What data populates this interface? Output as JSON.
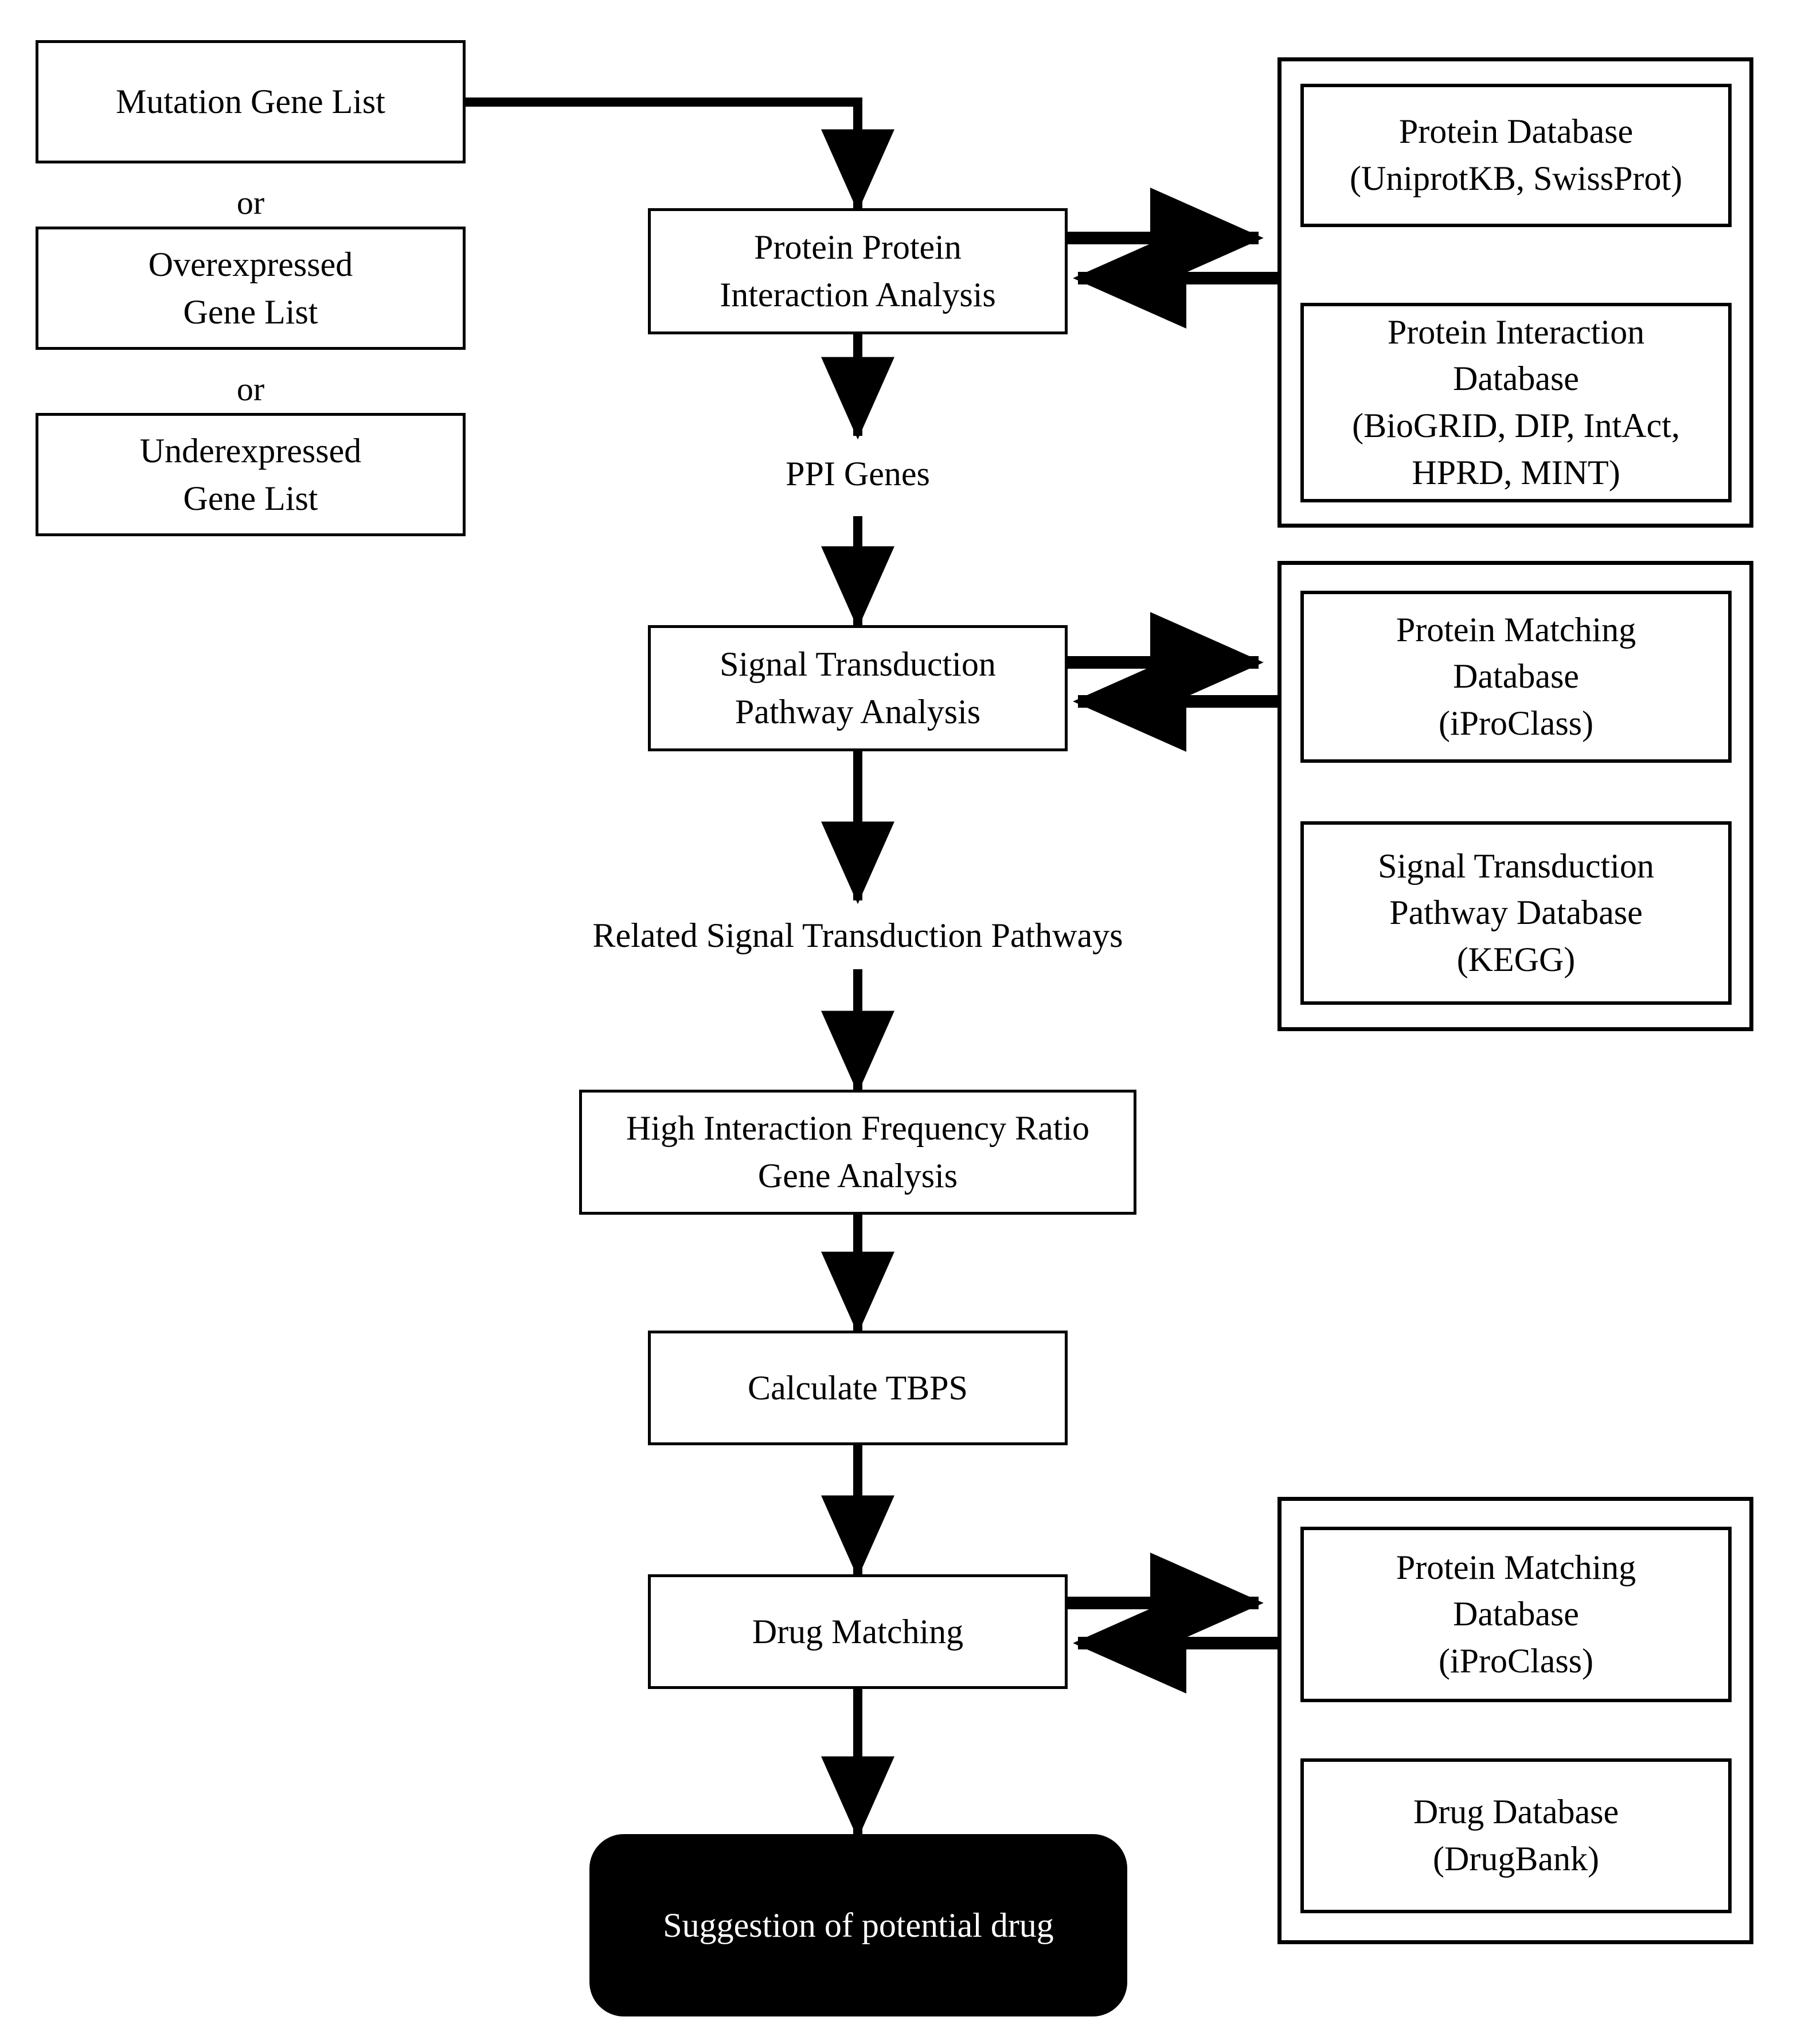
{
  "diagram": {
    "title": "Drug suggestion pipeline flowchart",
    "colors": {
      "stroke": "#000000",
      "background": "#ffffff",
      "terminal_fill": "#000000",
      "terminal_text": "#ffffff"
    },
    "inputs": {
      "mutation_gene_list": "Mutation Gene List",
      "or_1": "or",
      "overexpressed_line1": "Overexpressed",
      "overexpressed_line2": "Gene List",
      "or_2": "or",
      "underexpressed_line1": "Underexpressed",
      "underexpressed_line2": "Gene List"
    },
    "pipeline": {
      "ppi_analysis_line1": "Protein Protein",
      "ppi_analysis_line2": "Interaction Analysis",
      "ppi_genes_label": "PPI Genes",
      "stp_analysis_line1": "Signal Transduction",
      "stp_analysis_line2": "Pathway Analysis",
      "related_pathways_label": "Related Signal Transduction Pathways",
      "hifr_line1": "High Interaction Frequency Ratio",
      "hifr_line2": "Gene Analysis",
      "calculate_tbps": "Calculate TBPS",
      "drug_matching": "Drug Matching",
      "suggestion": "Suggestion of potential drug"
    },
    "databases": {
      "group1": {
        "top_line1": "Protein Database",
        "top_line2": "(UniprotKB, SwissProt)",
        "bottom_line1": "Protein Interaction",
        "bottom_line2": "Database",
        "bottom_line3": "(BioGRID, DIP, IntAct,",
        "bottom_line4": "HPRD, MINT)"
      },
      "group2": {
        "top_line1": "Protein Matching",
        "top_line2": "Database",
        "top_line3": "(iProClass)",
        "bottom_line1": "Signal Transduction",
        "bottom_line2": "Pathway Database",
        "bottom_line3": "(KEGG)"
      },
      "group3": {
        "top_line1": "Protein Matching",
        "top_line2": "Database",
        "top_line3": "(iProClass)",
        "bottom_line1": "Drug Database",
        "bottom_line2": "(DrugBank)"
      }
    }
  }
}
